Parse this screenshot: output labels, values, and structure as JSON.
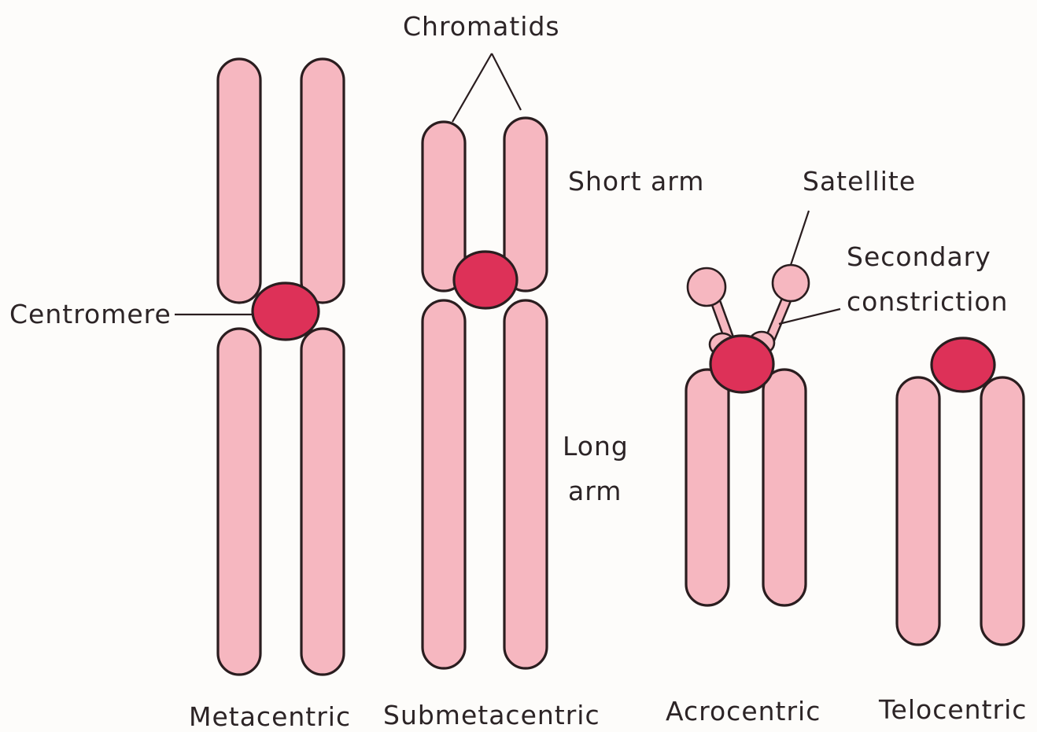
{
  "labels": {
    "chromatids": "Chromatids",
    "short_arm": "Short arm",
    "satellite": "Satellite",
    "secondary_constriction_line1": "Secondary",
    "secondary_constriction_line2": "constriction",
    "centromere": "Centromere",
    "long_arm_line1": "Long",
    "long_arm_line2": "arm"
  },
  "chromosome_types": {
    "metacentric": "Metacentric",
    "submetacentric": "Submetacentric",
    "acrocentric": "Acrocentric",
    "telocentric": "Telocentric"
  },
  "colors": {
    "chromatid_fill": "#f6b7c0",
    "centromere_fill": "#dd3158",
    "outline": "#2a1d1f"
  }
}
